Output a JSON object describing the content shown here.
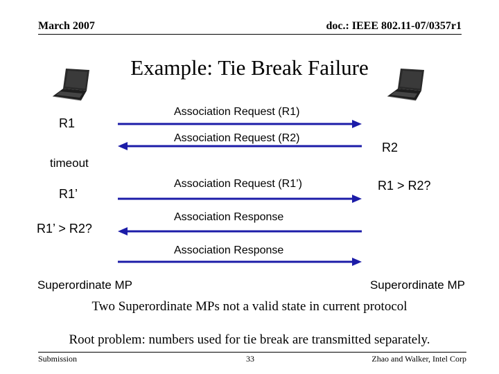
{
  "header": {
    "date": "March 2007",
    "doc_id": "doc.: IEEE 802.11-07/0357r1"
  },
  "title": "Example: Tie Break Failure",
  "left": {
    "r1": "R1",
    "timeout": "timeout",
    "r1_prime": "R1’",
    "compare": "R1’ > R2?",
    "role": "Superordinate MP"
  },
  "right": {
    "r2": "R2",
    "compare": "R1 > R2?",
    "role": "Superordinate MP"
  },
  "messages": [
    {
      "label": "Association Request (R1)",
      "direction": "right"
    },
    {
      "label": "Association Request (R2)",
      "direction": "left"
    },
    {
      "label": "Association Request (R1’)",
      "direction": "right"
    },
    {
      "label": "Association Response",
      "direction": "left"
    },
    {
      "label": "Association Response",
      "direction": "right"
    }
  ],
  "notes": {
    "state": "Two Superordinate MPs not a valid state in current protocol",
    "root": "Root problem: numbers used for tie break are transmitted separately."
  },
  "footer": {
    "left": "Submission",
    "page": "33",
    "right": "Zhao and Walker, Intel Corp"
  },
  "colors": {
    "arrow": "#1c1ca8"
  },
  "icons": {
    "left_device": "laptop-icon",
    "right_device": "laptop-icon"
  }
}
